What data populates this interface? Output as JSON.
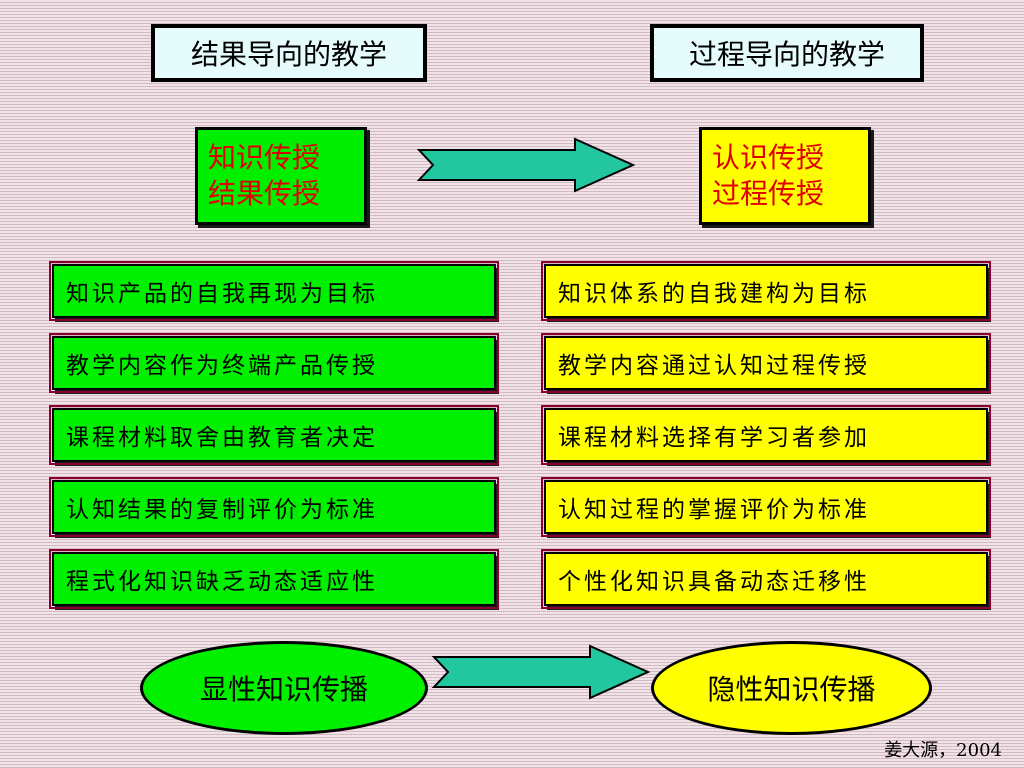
{
  "headers": {
    "left": "结果导向的教学",
    "right": "过程导向的教学"
  },
  "core": {
    "left": {
      "line1": "知识传授",
      "line2": "结果传授"
    },
    "right": {
      "line1": "认识传授",
      "line2": "过程传授"
    }
  },
  "rows_left": [
    "知识产品的自我再现为目标",
    "教学内容作为终端产品传授",
    "课程材料取舍由教育者决定",
    "认知结果的复制评价为标准",
    "程式化知识缺乏动态适应性"
  ],
  "rows_right": [
    "知识体系的自我建构为目标",
    "教学内容通过认知过程传授",
    "课程材料选择有学习者参加",
    "认知过程的掌握评价为标准",
    "个性化知识具备动态迁移性"
  ],
  "ellipses": {
    "left": "显性知识传播",
    "right": "隐性知识传播"
  },
  "credit": "姜大源，2004",
  "colors": {
    "green": "#00f000",
    "yellow": "#ffff00",
    "arrow": "#22c7a0",
    "core_text": "#e00000",
    "header_bg": "#e6fbfb"
  }
}
